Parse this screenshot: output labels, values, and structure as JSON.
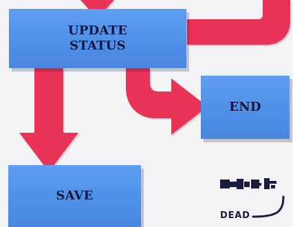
{
  "diagram": {
    "boxes": {
      "update_status": {
        "line1": "UPDATE",
        "line2": "STATUS"
      },
      "end": "END",
      "save": "SAVE"
    },
    "dead_label": "DEAD"
  },
  "colors": {
    "box_fill": "#4f90e8",
    "arrow_red": "#e83156",
    "text_dark": "#14163d",
    "background": "#f3f2f4"
  }
}
